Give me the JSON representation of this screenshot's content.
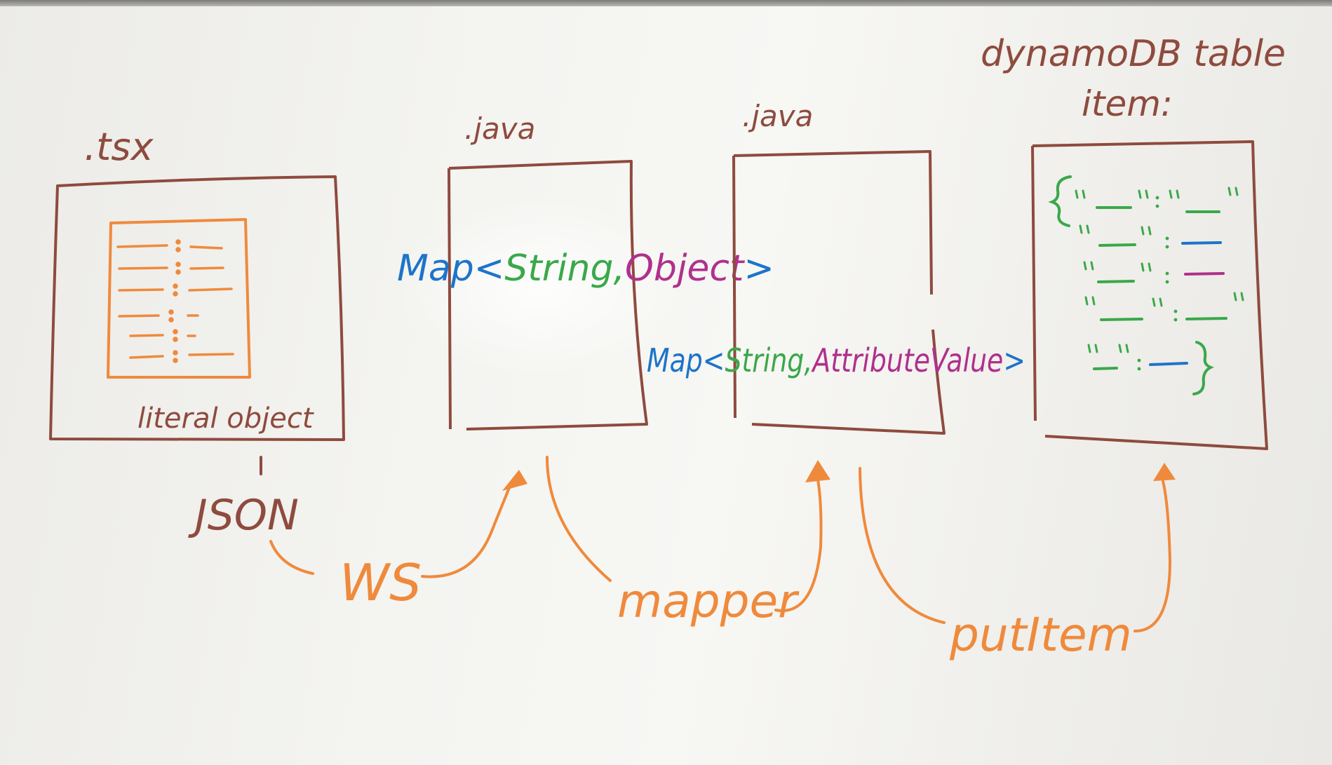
{
  "colors": {
    "brown": "#8e4b3e",
    "orange": "#ef8a3c",
    "blue": "#1d74c9",
    "green": "#3aa84a",
    "purple": "#b0308c"
  },
  "labels": {
    "tsx": ".tsx",
    "java1": ".java",
    "java2": ".java",
    "dynamo_line1": "dynamoDB table",
    "dynamo_line2": "item:",
    "literal_object": "literal object",
    "json": "JSON",
    "ws": "WS",
    "mapper": "mapper",
    "put_item": "putItem"
  },
  "map1": {
    "prefix": "Map<",
    "key_type": "String",
    "comma": ",",
    "value_type": "Object",
    "suffix": ">"
  },
  "map2": {
    "prefix": "Map<",
    "key_type": "String",
    "comma": ",",
    "value_type": "AttributeValue",
    "suffix": ">"
  }
}
